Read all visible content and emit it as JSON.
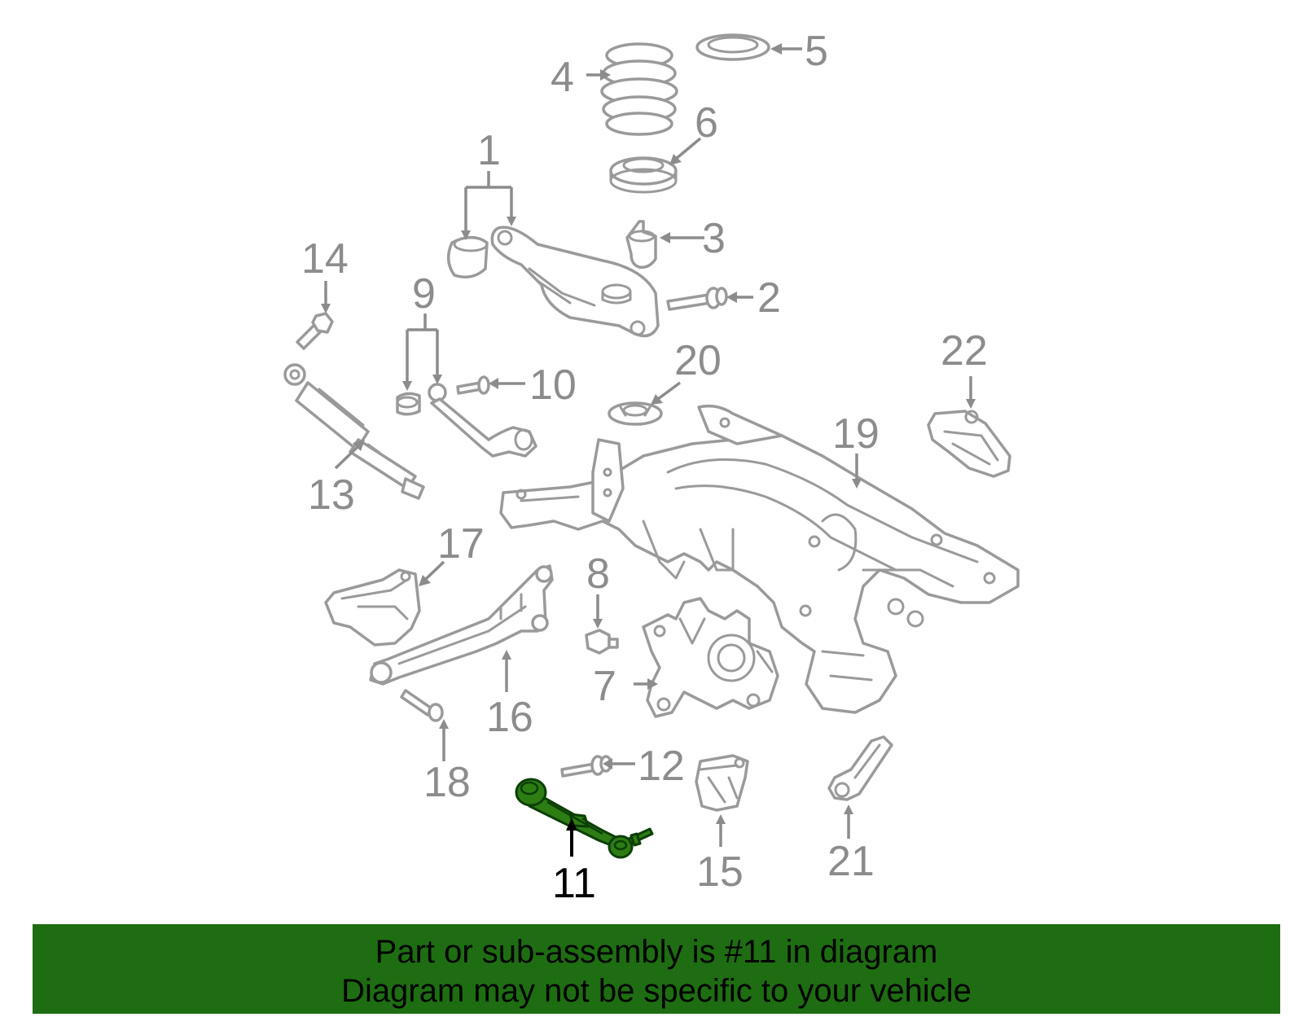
{
  "diagram": {
    "highlighted_part": "11",
    "callouts": [
      "1",
      "2",
      "3",
      "4",
      "5",
      "6",
      "7",
      "8",
      "9",
      "10",
      "11",
      "12",
      "13",
      "14",
      "15",
      "16",
      "17",
      "18",
      "19",
      "20",
      "21",
      "22"
    ],
    "highlight_color": "#2e7d14",
    "part_line_color": "#9a9a9a"
  },
  "footer": {
    "line1": "Part or sub-assembly is #11 in diagram",
    "line2": "Diagram may not be specific to your vehicle",
    "background_color": "#1e6d12"
  }
}
